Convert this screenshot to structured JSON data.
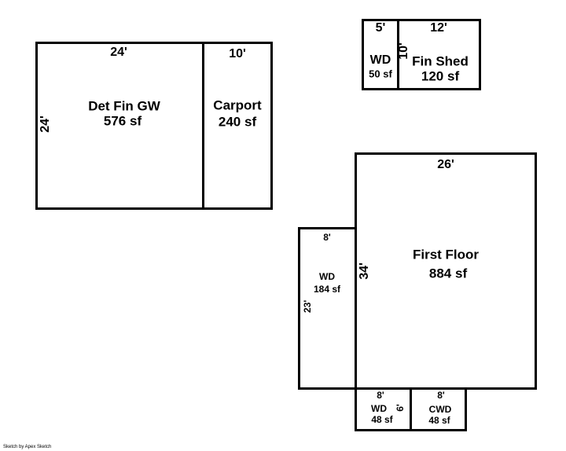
{
  "rooms": {
    "det_fin_gw": {
      "name": "Det Fin GW",
      "area": "576 sf",
      "width": "24'",
      "depth": "24'"
    },
    "carport": {
      "name": "Carport",
      "area": "240 sf",
      "width": "10'"
    },
    "shed_wd": {
      "name": "WD",
      "area": "50 sf",
      "width": "5'"
    },
    "fin_shed": {
      "name": "Fin Shed",
      "area": "120 sf",
      "width": "12'",
      "depth": "10'"
    },
    "first_floor": {
      "name": "First Floor",
      "area": "884 sf",
      "width": "26'",
      "depth": "34'"
    },
    "wd_left": {
      "name": "WD",
      "area": "184 sf",
      "width": "8'",
      "depth": "23'"
    },
    "wd_bottom": {
      "name": "WD",
      "area": "48 sf",
      "width": "8'",
      "depth": "6'"
    },
    "cwd": {
      "name": "CWD",
      "area": "48 sf",
      "width": "8'"
    }
  },
  "footer": "Sketch by Apex Sketch"
}
